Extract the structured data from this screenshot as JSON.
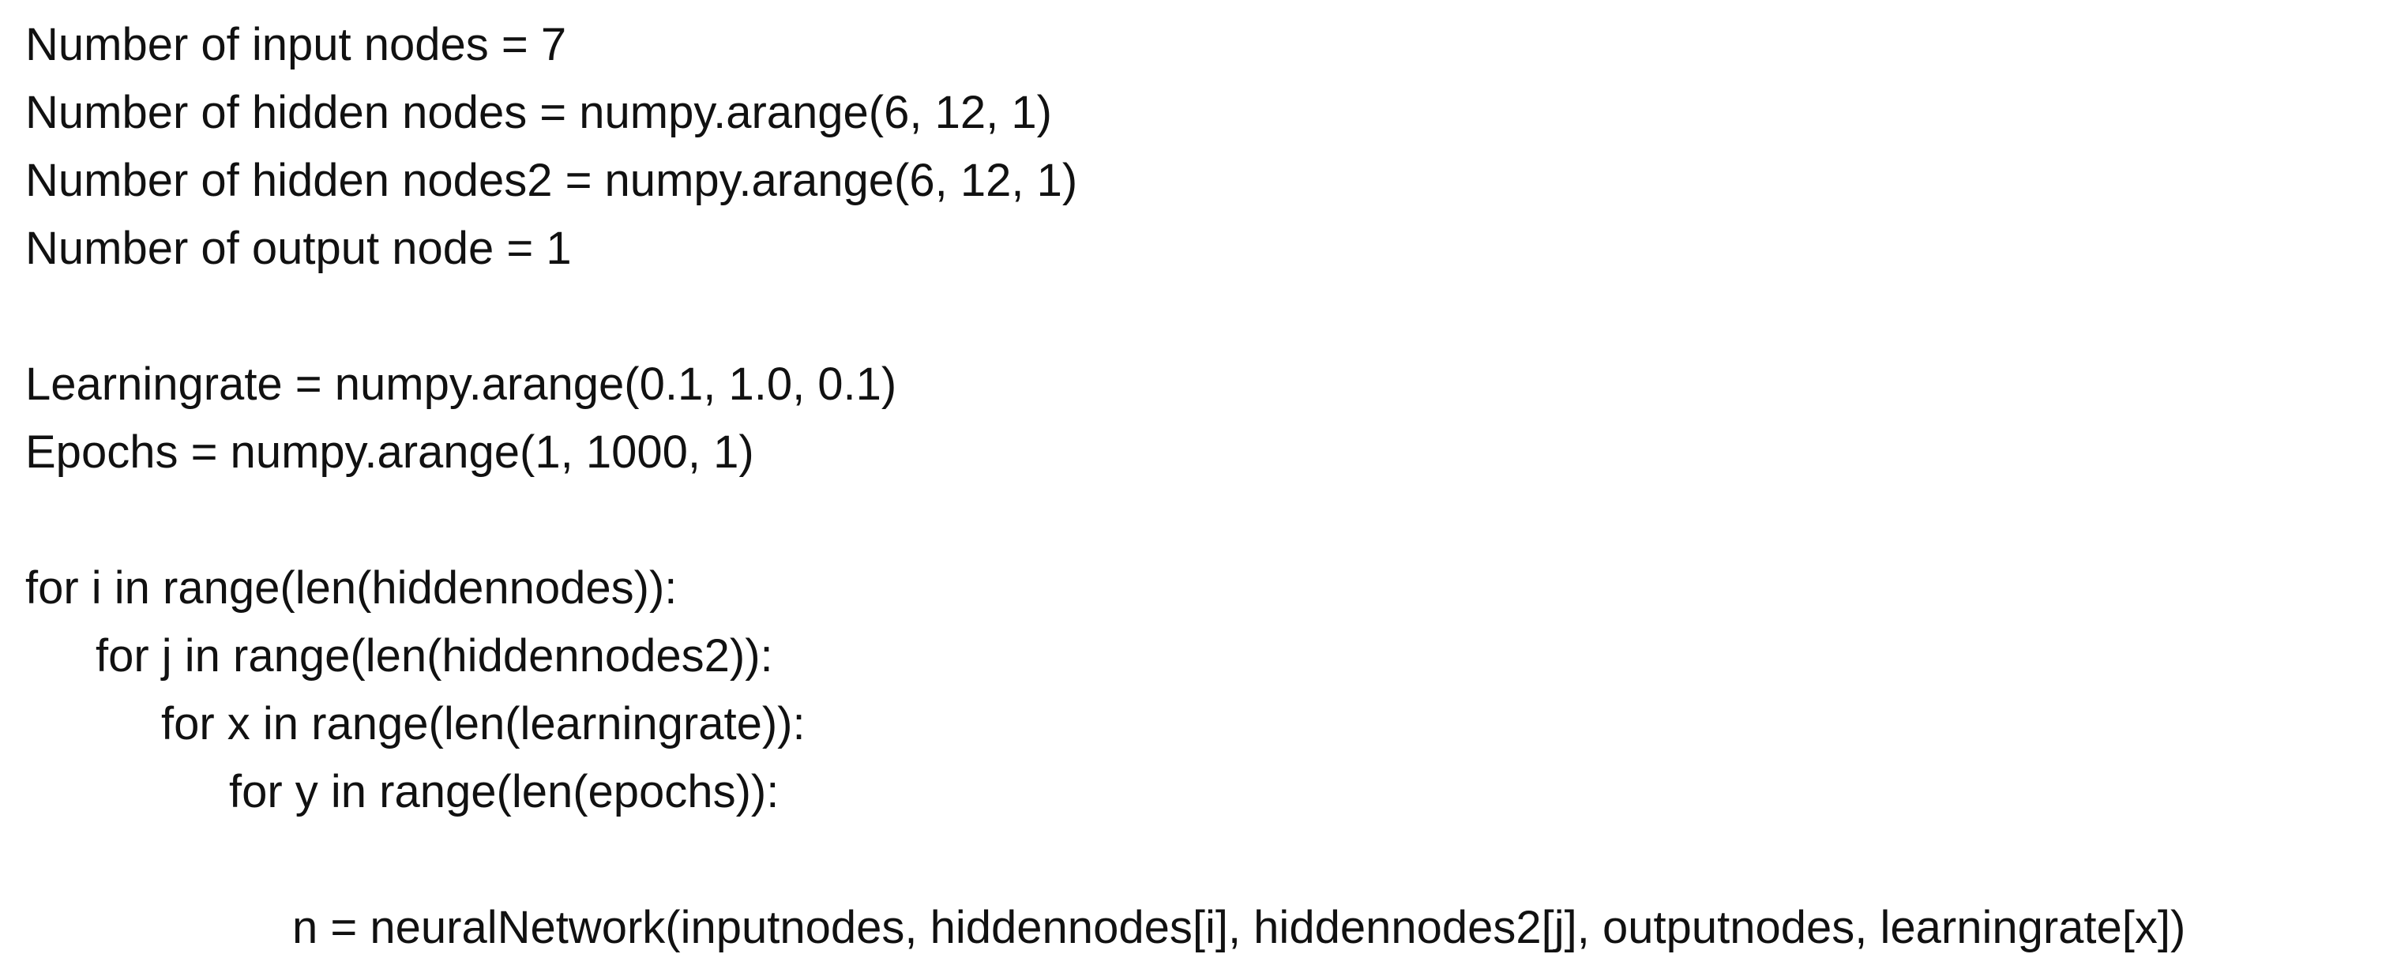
{
  "colors": {
    "background": "#ffffff",
    "text": "#111111"
  },
  "code": {
    "lines": [
      "Number of input nodes = 7",
      "Number of hidden nodes = numpy.arange(6, 12, 1)",
      "Number of hidden nodes2 = numpy.arange(6, 12, 1)",
      "Number of output node = 1",
      "",
      "Learningrate = numpy.arange(0.1, 1.0, 0.1)",
      "Epochs = numpy.arange(1, 1000, 1)",
      "",
      "for i in range(len(hiddennodes)):",
      "for j in range(len(hiddennodes2)):",
      "for x in range(len(learningrate)):",
      "for y in range(len(epochs)):",
      "",
      "n = neuralNetwork(inputnodes, hiddennodes[i], hiddennodes2[j], outputnodes, learningrate[x])"
    ]
  }
}
